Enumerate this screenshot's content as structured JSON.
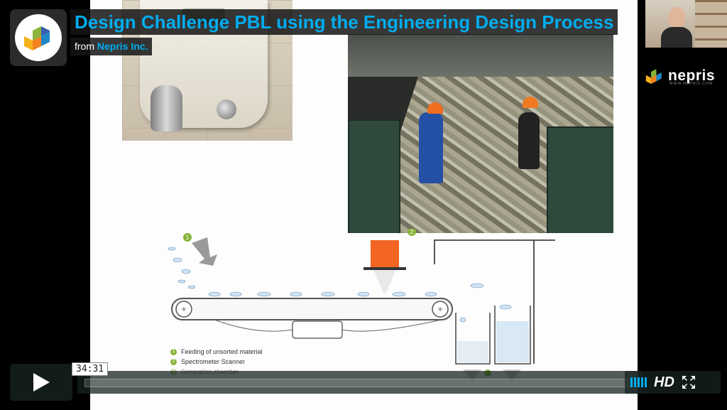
{
  "video": {
    "title": "Design Challenge PBL using the Engineering Design Process",
    "byline_prefix": "from",
    "author": "Nepris Inc.",
    "timestamp": "34:31",
    "progress_fraction": 0.0,
    "hd_label": "HD"
  },
  "brand": {
    "name": "nepris",
    "url": "WWW.NEPRIS.COM"
  },
  "slide": {
    "step1": "1",
    "step2": "2",
    "step3": "3",
    "legend": [
      {
        "num": "1",
        "label": "Feeding of unsorted material"
      },
      {
        "num": "2",
        "label": "Spectrometer Scanner"
      },
      {
        "num": "3",
        "label": "Separation chamber"
      }
    ]
  },
  "icons": {
    "play": "play-icon",
    "volume": "volume-icon",
    "fullscreen": "fullscreen-icon"
  },
  "colors": {
    "accent": "#00adef",
    "scanner": "#f26522",
    "legend_dot": "#8ab43a"
  }
}
